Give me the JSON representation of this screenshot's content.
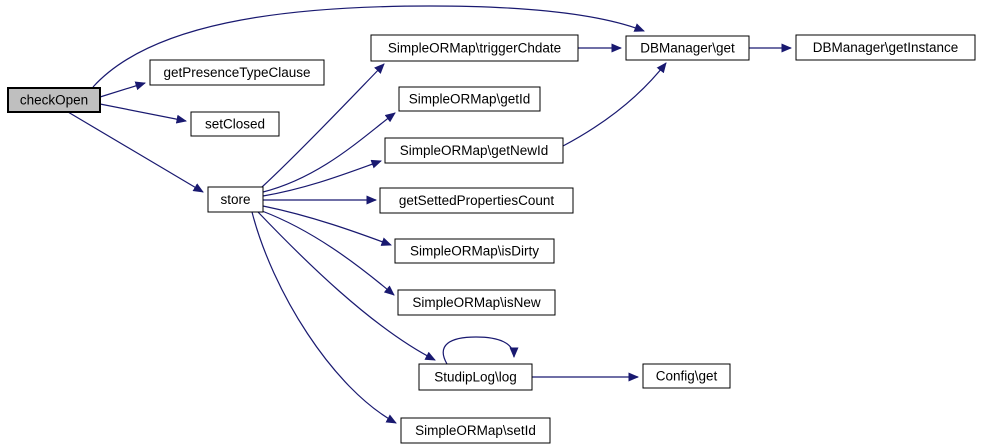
{
  "diagram": {
    "kind": "doxygen-call-graph",
    "root_function": "checkOpen"
  },
  "colors": {
    "background": "#ffffff",
    "edge": "#191970",
    "node_border": "#000000",
    "node_fill": "#ffffff",
    "highlight_fill": "#bfbfbf",
    "text": "#000000"
  },
  "nodes": {
    "checkOpen": {
      "label": "checkOpen",
      "highlighted": true
    },
    "getPresenceTypeClause": {
      "label": "getPresenceTypeClause",
      "highlighted": false
    },
    "setClosed": {
      "label": "setClosed",
      "highlighted": false
    },
    "store": {
      "label": "store",
      "highlighted": false
    },
    "triggerChdate": {
      "label": "SimpleORMap\\triggerChdate",
      "highlighted": false
    },
    "getId": {
      "label": "SimpleORMap\\getId",
      "highlighted": false
    },
    "getNewId": {
      "label": "SimpleORMap\\getNewId",
      "highlighted": false
    },
    "getSettedPropertiesCount": {
      "label": "getSettedPropertiesCount",
      "highlighted": false
    },
    "isDirty": {
      "label": "SimpleORMap\\isDirty",
      "highlighted": false
    },
    "isNew": {
      "label": "SimpleORMap\\isNew",
      "highlighted": false
    },
    "studipLog": {
      "label": "StudipLog\\log",
      "highlighted": false
    },
    "setId": {
      "label": "SimpleORMap\\setId",
      "highlighted": false
    },
    "dbGet": {
      "label": "DBManager\\get",
      "highlighted": false
    },
    "dbGetInstance": {
      "label": "DBManager\\getInstance",
      "highlighted": false
    },
    "configGet": {
      "label": "Config\\get",
      "highlighted": false
    }
  },
  "edges": [
    {
      "from": "checkOpen",
      "to": "dbGet"
    },
    {
      "from": "checkOpen",
      "to": "getPresenceTypeClause"
    },
    {
      "from": "checkOpen",
      "to": "setClosed"
    },
    {
      "from": "checkOpen",
      "to": "store"
    },
    {
      "from": "store",
      "to": "triggerChdate"
    },
    {
      "from": "store",
      "to": "getId"
    },
    {
      "from": "store",
      "to": "getNewId"
    },
    {
      "from": "store",
      "to": "getSettedPropertiesCount"
    },
    {
      "from": "store",
      "to": "isDirty"
    },
    {
      "from": "store",
      "to": "isNew"
    },
    {
      "from": "store",
      "to": "studipLog"
    },
    {
      "from": "store",
      "to": "setId"
    },
    {
      "from": "triggerChdate",
      "to": "dbGet"
    },
    {
      "from": "getNewId",
      "to": "dbGet"
    },
    {
      "from": "dbGet",
      "to": "dbGetInstance"
    },
    {
      "from": "studipLog",
      "to": "studipLog"
    },
    {
      "from": "studipLog",
      "to": "configGet"
    }
  ]
}
